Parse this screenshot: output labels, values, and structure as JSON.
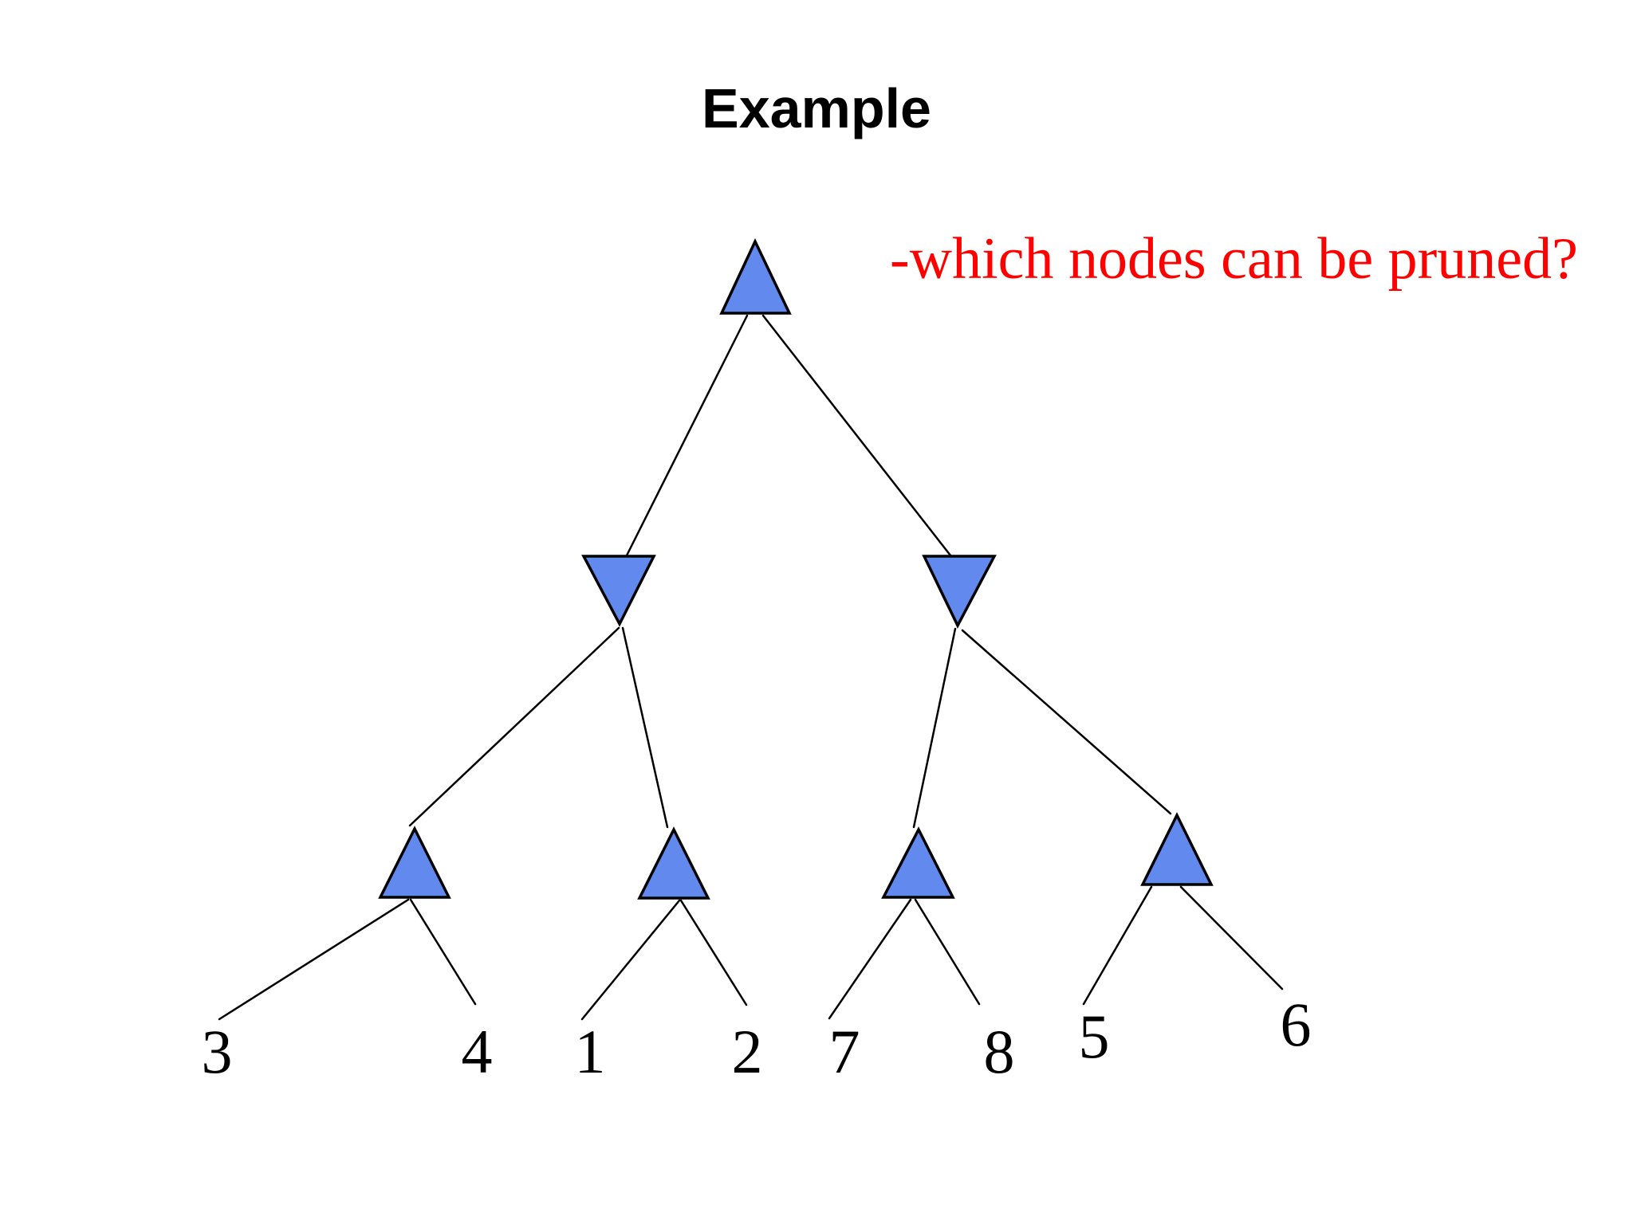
{
  "title": "Example",
  "annotation": {
    "text": "-which nodes can be pruned?",
    "color": "#ff0000"
  },
  "colors": {
    "node_fill": "#6189ee",
    "node_outline": "#000000",
    "edge": "#000000",
    "background": "#ffffff",
    "title_text": "#000000"
  },
  "tree": {
    "root": {
      "id": "root",
      "shape": "triangle-up"
    },
    "level2": [
      {
        "id": "min-left",
        "shape": "triangle-down"
      },
      {
        "id": "min-right",
        "shape": "triangle-down"
      }
    ],
    "level3": [
      {
        "id": "max-1",
        "shape": "triangle-up"
      },
      {
        "id": "max-2",
        "shape": "triangle-up"
      },
      {
        "id": "max-3",
        "shape": "triangle-up"
      },
      {
        "id": "max-4",
        "shape": "triangle-up"
      }
    ],
    "leaves": [
      {
        "value": "3"
      },
      {
        "value": "4"
      },
      {
        "value": "1"
      },
      {
        "value": "2"
      },
      {
        "value": "7"
      },
      {
        "value": "8"
      },
      {
        "value": "5"
      },
      {
        "value": "6"
      }
    ]
  }
}
